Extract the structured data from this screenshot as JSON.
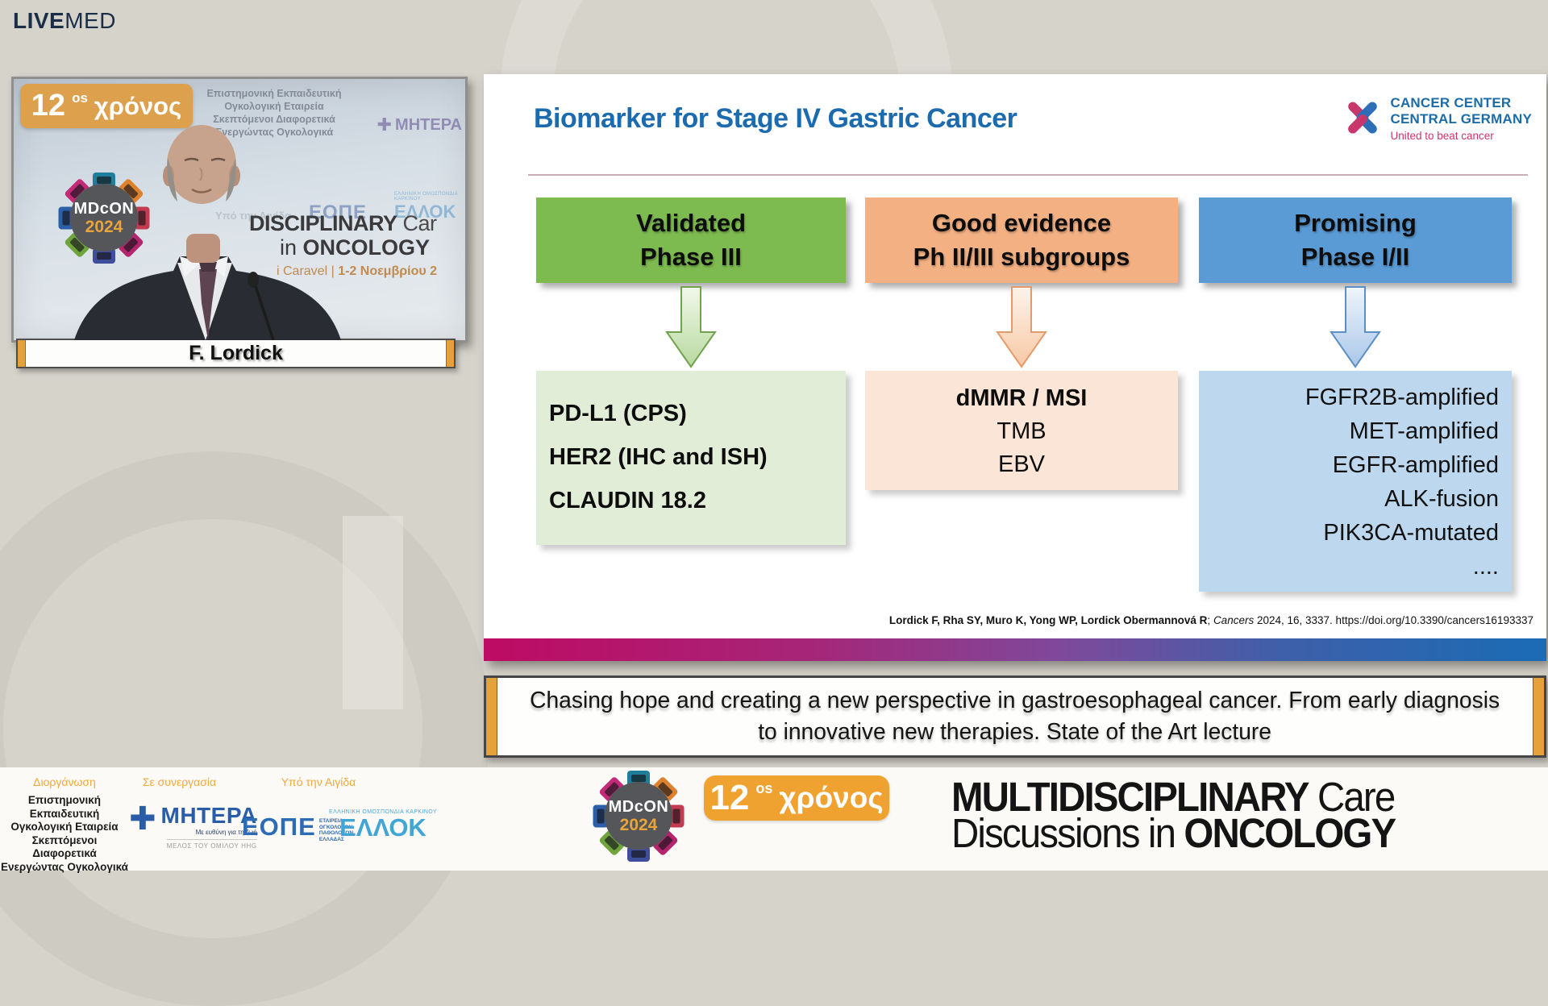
{
  "brand": {
    "live": "LIVE",
    "med": "MED"
  },
  "video": {
    "badge": {
      "num": "12",
      "sup": "os",
      "word": "χρόνος"
    },
    "backdrop": {
      "org_lines": [
        "Επιστημονική Εκπαιδευτική",
        "Ογκολογική Εταιρεία",
        "Σκεπτόμενοι Διαφορετικά",
        "Ενεργώντας Ογκολογικά"
      ],
      "mitera": "ΜΗΤΕΡΑ",
      "aegis": "Υπό την Αιγίδα",
      "eope": "ΕΟΠΕ",
      "ellok_header": "ΕΛΛΗΝΙΚΗ ΟΜΟΣΠΟΝΔΙΑ ΚΑΡΚΙΝΟΥ",
      "ellok": "ΕΛΛΟΚ",
      "title1_bold": "DISCIPLINARY",
      "title1_light": " Car",
      "title2_light": "in ",
      "title2_bold": "ONCOLOGY",
      "venue_light": "i Caravel | ",
      "venue_bold": "1-2 Νοεμβρίου 2"
    },
    "mdcon": {
      "name": "MDcON",
      "year": "2024"
    },
    "nameplate": "F. Lordick"
  },
  "slide": {
    "title": "Biomarker for Stage IV Gastric Cancer",
    "ccg_logo": {
      "line1": "CANCER CENTER",
      "line2": "CENTRAL GERMANY",
      "tagline": "United to beat cancer"
    },
    "columns": [
      {
        "header1": "Validated",
        "header2": "Phase III",
        "items": [
          "PD-L1 (CPS)",
          "HER2 (IHC and ISH)",
          "CLAUDIN 18.2"
        ]
      },
      {
        "header1": "Good evidence",
        "header2": "Ph II/III subgroups",
        "items": [
          "dMMR / MSI",
          "TMB",
          "EBV"
        ]
      },
      {
        "header1": "Promising",
        "header2": "Phase I/II",
        "items": [
          "FGFR2B-amplified",
          "MET-amplified",
          "EGFR-amplified",
          "ALK-fusion",
          "PIK3CA-mutated",
          "...."
        ]
      }
    ],
    "citation": {
      "authors": "Lordick F, Rha SY, Muro K, Yong WP, Lordick Obermannová R",
      "sep": "; ",
      "journal": "Cancers",
      "rest": " 2024, 16, 3337. https://doi.org/10.3390/cancers16193337"
    }
  },
  "banner": {
    "line1": "Chasing hope and creating a new perspective in gastroesophageal cancer. From early diagnosis",
    "line2": "to innovative new therapies. State of the Art lecture"
  },
  "footer": {
    "organizer_label": "Διοργάνωση",
    "organizer_lines": [
      "Επιστημονική Εκπαιδευτική",
      "Ογκολογική Εταιρεία",
      "Σκεπτόμενοι Διαφορετικά",
      "Ενεργώντας Ογκολογικά"
    ],
    "partner_label": "Σε συνεργασία",
    "mitera": {
      "name": "ΜΗΤΕΡΑ",
      "tagline": "Με ευθύνη για τη ζωή",
      "member": "ΜΕΛΟΣ ΤΟΥ ΟΜΙΛΟΥ HHG"
    },
    "aegis_label": "Υπό την Αιγίδα",
    "eope": {
      "name": "ΕΟΠΕ",
      "sub_lines": [
        "ΕΤΑΙΡΕΙΑ",
        "ΟΓΚΟΛΟΓΩΝ",
        "ΠΑΘΟΛΟΓΩΝ",
        "ΕΛΛΑΔΑΣ"
      ]
    },
    "ellok": {
      "header": "ΕΛΛΗΝΙΚΗ ΟΜΟΣΠΟΝΔΙΑ ΚΑΡΚΙΝΟΥ",
      "name": "ΕΛΛΟΚ"
    },
    "mdcon": {
      "name": "MDcON",
      "year": "2024"
    },
    "badge": {
      "num": "12",
      "sup": "os",
      "word": "χρόνος"
    },
    "wordmark": {
      "strong1": "MULTIDISCIPLINARY",
      "light1": " Care",
      "light2": "Discussions in ",
      "strong2": "ONCOLOGY"
    }
  },
  "colors": {
    "accent_orange": "#EFA32F",
    "title_blue": "#1C6BAE",
    "validated_green": "#7DBA4F",
    "evidence_peach": "#F2B083",
    "promising_blue": "#5B9BD5",
    "gradient_left": "#BE0B63",
    "gradient_mid": "#7D4A9B",
    "gradient_right": "#1A6CB5"
  }
}
